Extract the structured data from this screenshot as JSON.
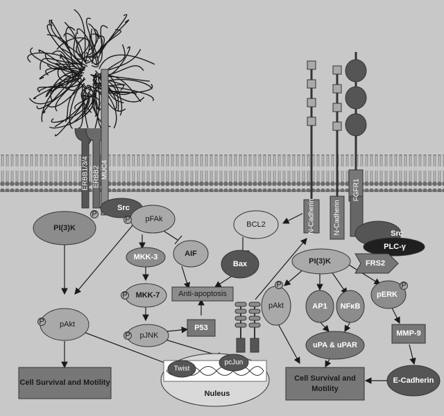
{
  "colors": {
    "background": "#c8c8c8",
    "node_light": "#a9a9a9",
    "node_mid": "#8c8c8c",
    "node_dark": "#555555",
    "node_black": "#1f1f1f",
    "box": "#777777",
    "membrane_head": "#6b6b6b",
    "nucleus": "#d9d9d9"
  },
  "receptors": {
    "erbb": "ERBB1/3/4",
    "erbb2": "ERBB2",
    "muc": "MUC4",
    "ncad1": "N-Cadherin",
    "ncad2": "N-Cadherin",
    "fgfr": "FGFR1"
  },
  "nodes": {
    "pi3k_left": "PI(3)K",
    "src_left": "Src",
    "pfak": "pFAk",
    "mkk3": "MKK-3",
    "mkk7": "MKK-7",
    "aif": "AIF",
    "anti_apoptosis": "Anti-apoptosis",
    "pjnk": "pJNK",
    "p53": "P53",
    "bcl2": "BCL2",
    "bax": "Bax",
    "pakt_left": "pAkt",
    "src_right": "Src",
    "plcg": "PLC-γ",
    "pi3k_right": "PI(3)K",
    "frs2": "FRS2",
    "pakt_right": "pAkt",
    "ap1": "AP1",
    "nfkb": "NFκB",
    "perk": "pERK",
    "upa": "uPA & uPAR",
    "mmp9": "MMP-9",
    "ecad": "E-Cadherin",
    "twist": "Twist",
    "pcjun": "pcJun",
    "nucleus": "Nuleus",
    "cell_left": "Cell Survival and Motility",
    "cell_right": "Cell Survival and Motility",
    "phospho": "P"
  }
}
